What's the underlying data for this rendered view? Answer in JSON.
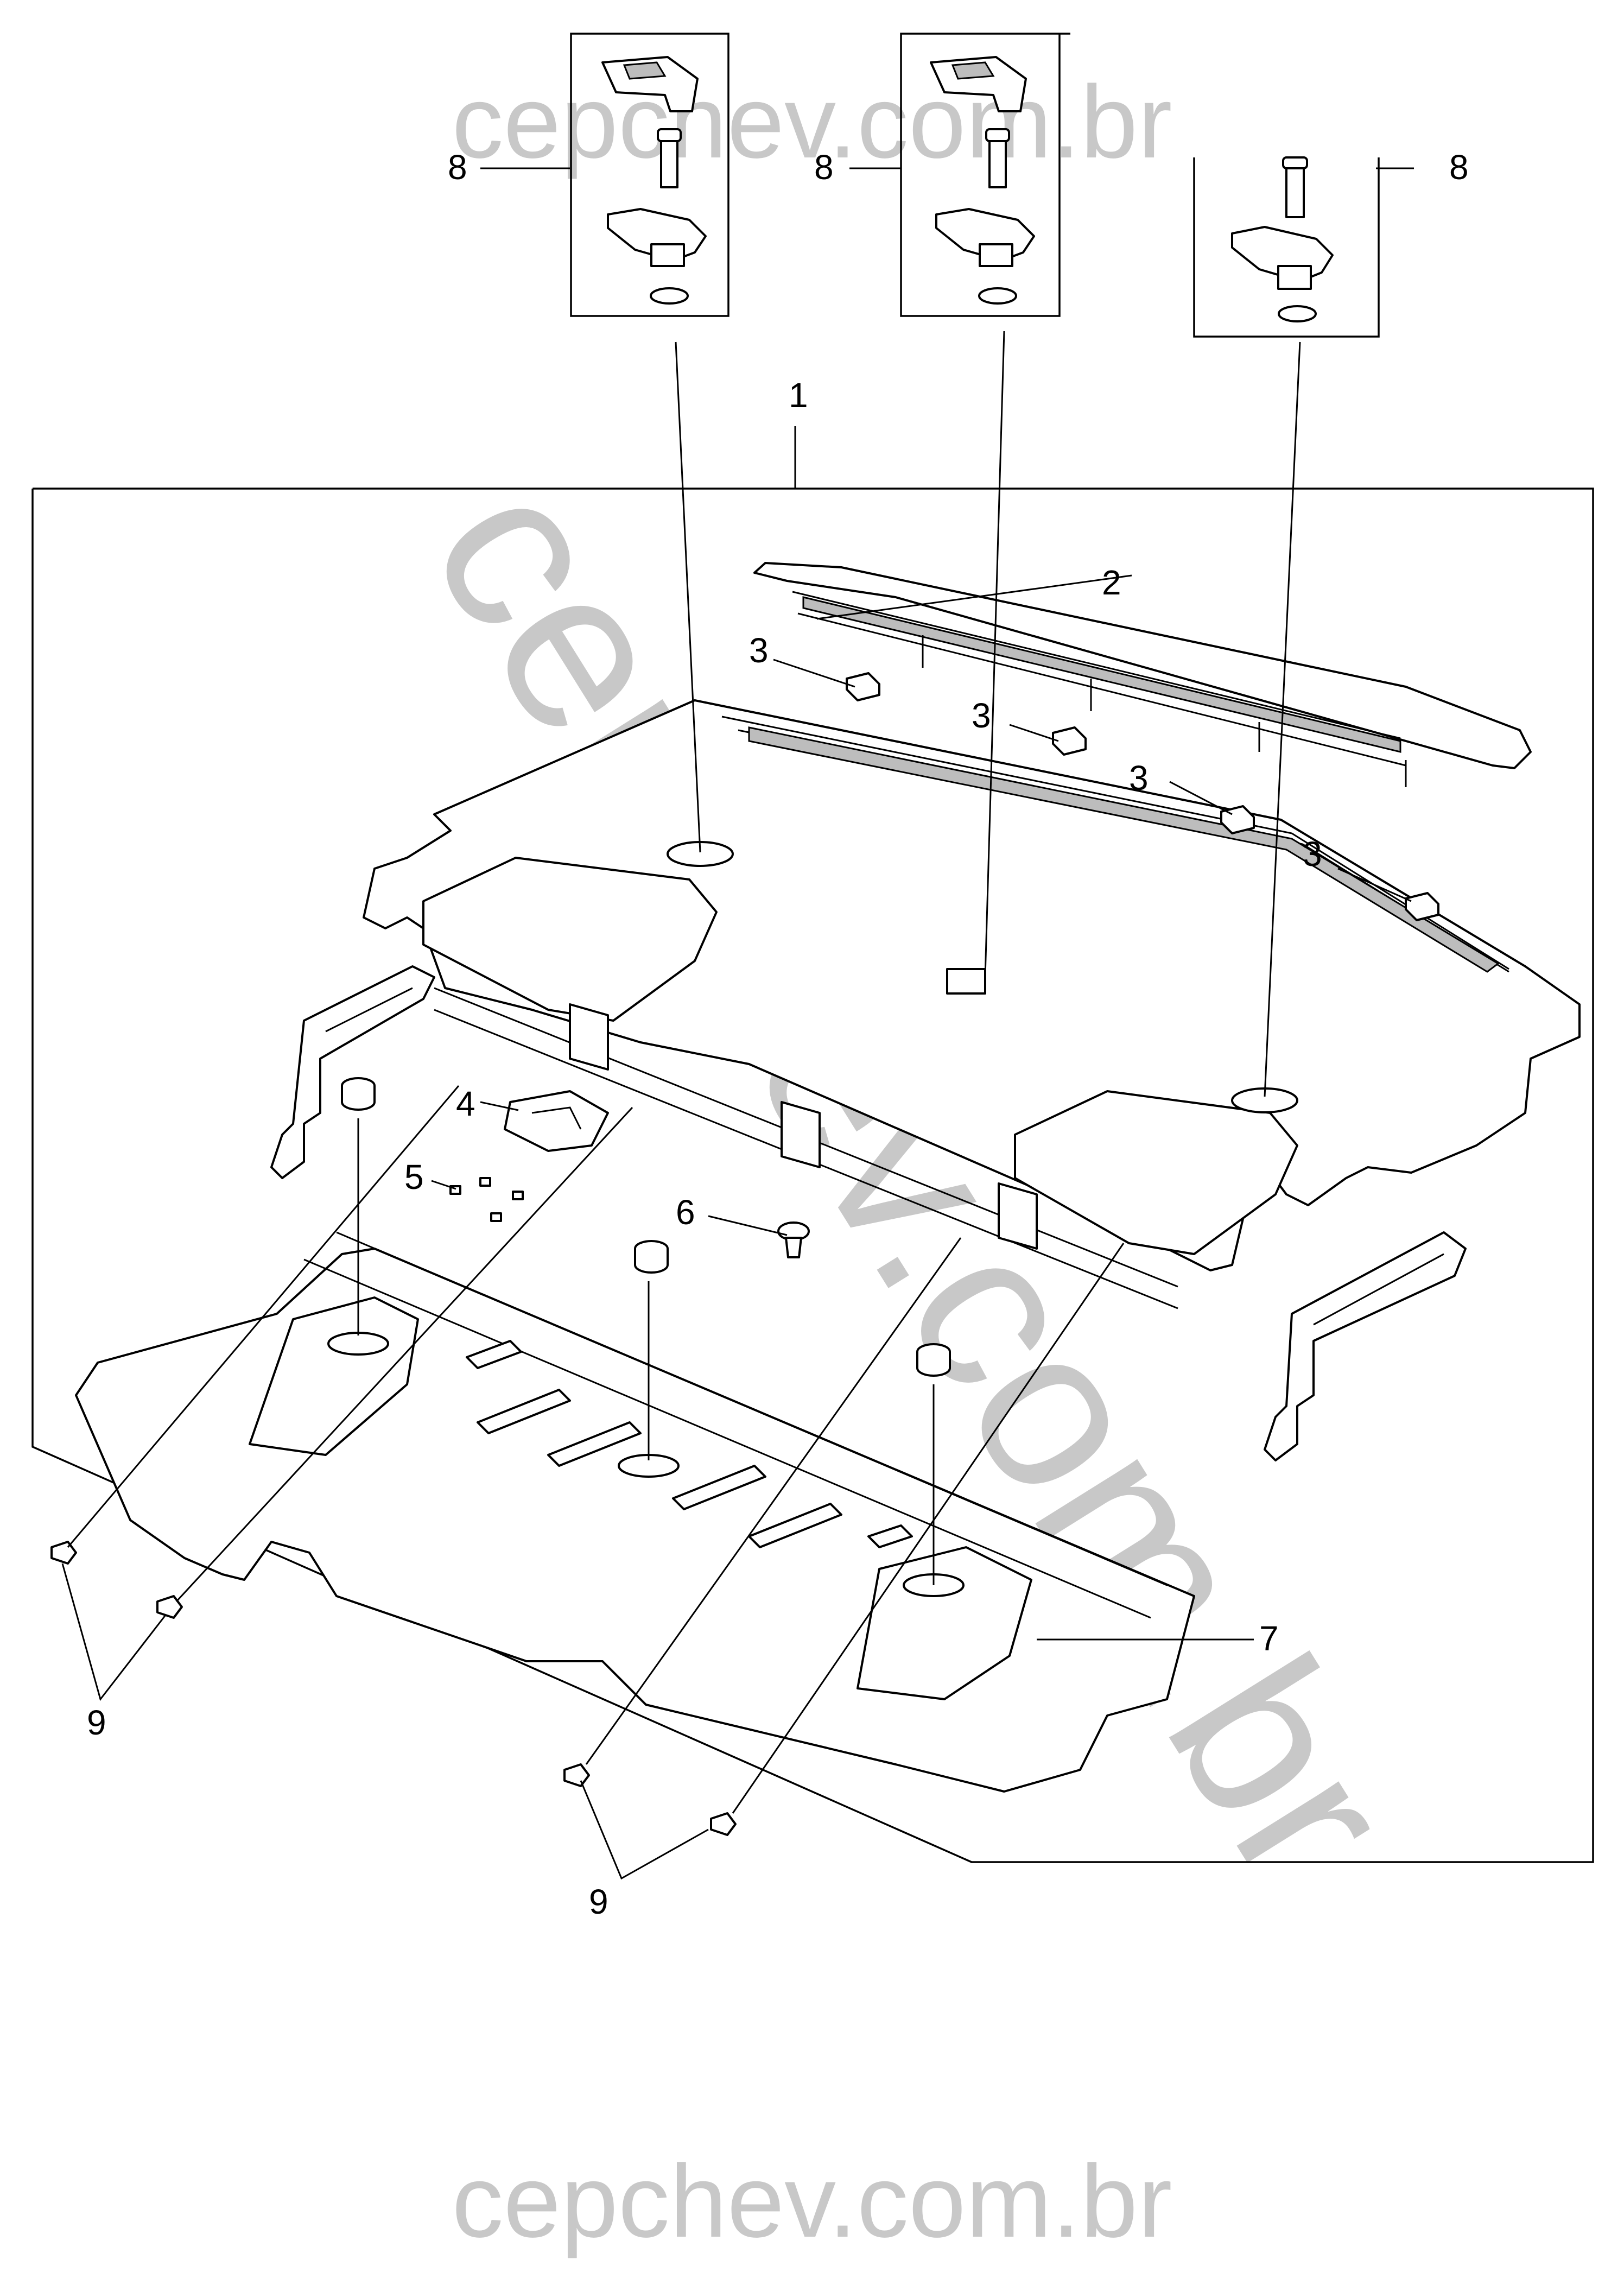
{
  "watermark": {
    "top": "cepchev.com.br",
    "bottom": "cepchev.com.br",
    "diagonal": "cepchev.com.br"
  },
  "callouts": {
    "c1": "1",
    "c2": "2",
    "c3a": "3",
    "c3b": "3",
    "c3c": "3",
    "c3d": "3",
    "c4": "4",
    "c5": "5",
    "c6": "6",
    "c7": "7",
    "c8a": "8",
    "c8b": "8",
    "c8c": "8",
    "c9a": "9",
    "c9b": "9"
  },
  "colors": {
    "line": "#000000",
    "watermark": "#c8c8c8",
    "shade": "#bdbdbd",
    "background": "#ffffff"
  }
}
